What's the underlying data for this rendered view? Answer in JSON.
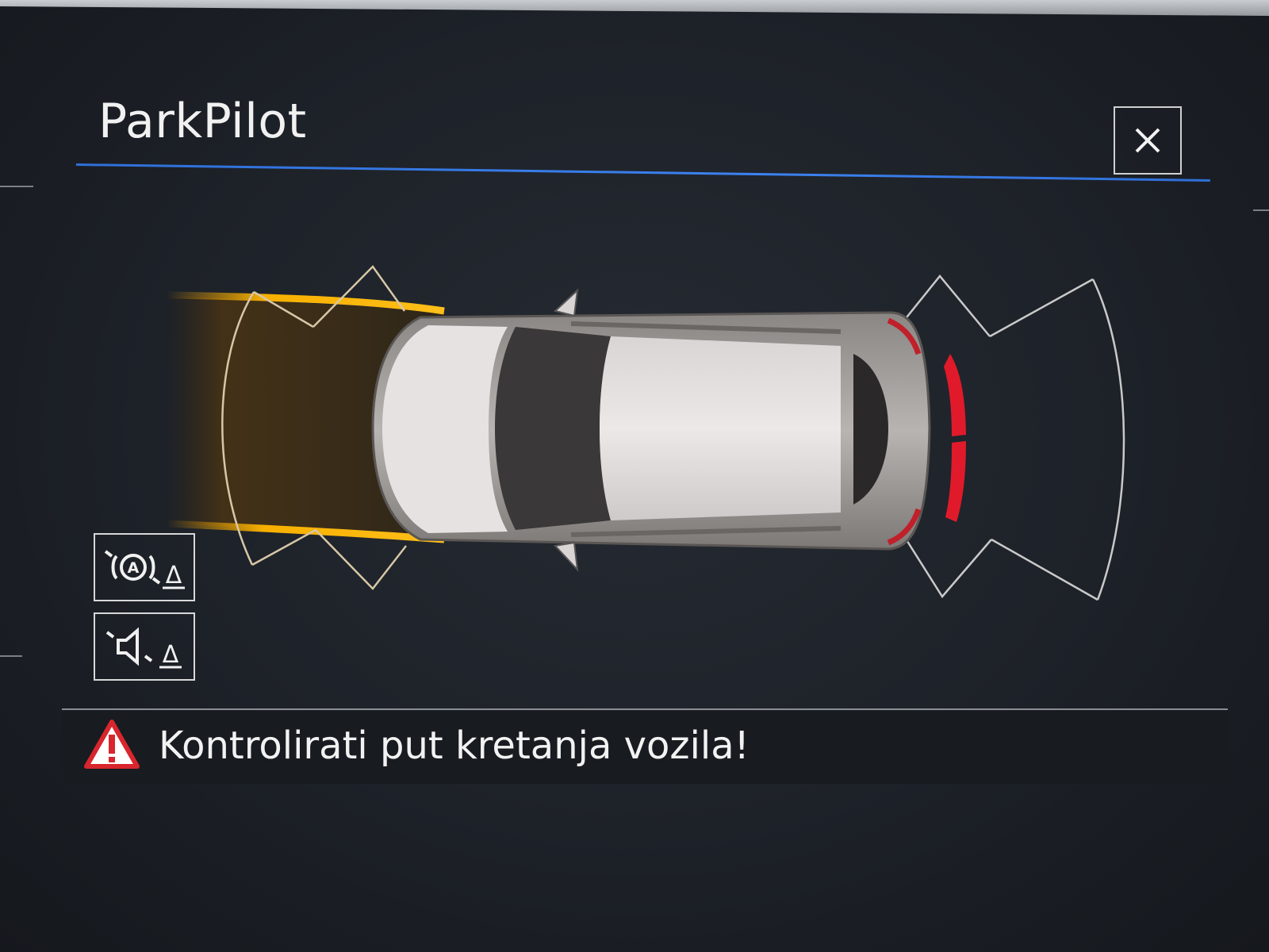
{
  "header": {
    "title": "ParkPilot",
    "close_icon": "close-icon"
  },
  "sensors": {
    "front": {
      "state": "active",
      "color": "#f2a400"
    },
    "rear": {
      "state": "obstacle-close",
      "color": "#e01a2a"
    }
  },
  "side_buttons": [
    {
      "icon": "auto-activation-icon",
      "indicator": "Δ"
    },
    {
      "icon": "speaker-icon",
      "indicator": "Δ"
    }
  ],
  "warning": {
    "icon": "warning-triangle-icon",
    "text": "Kontrolirati put kretanja vozila!",
    "color": "#d8262e"
  }
}
